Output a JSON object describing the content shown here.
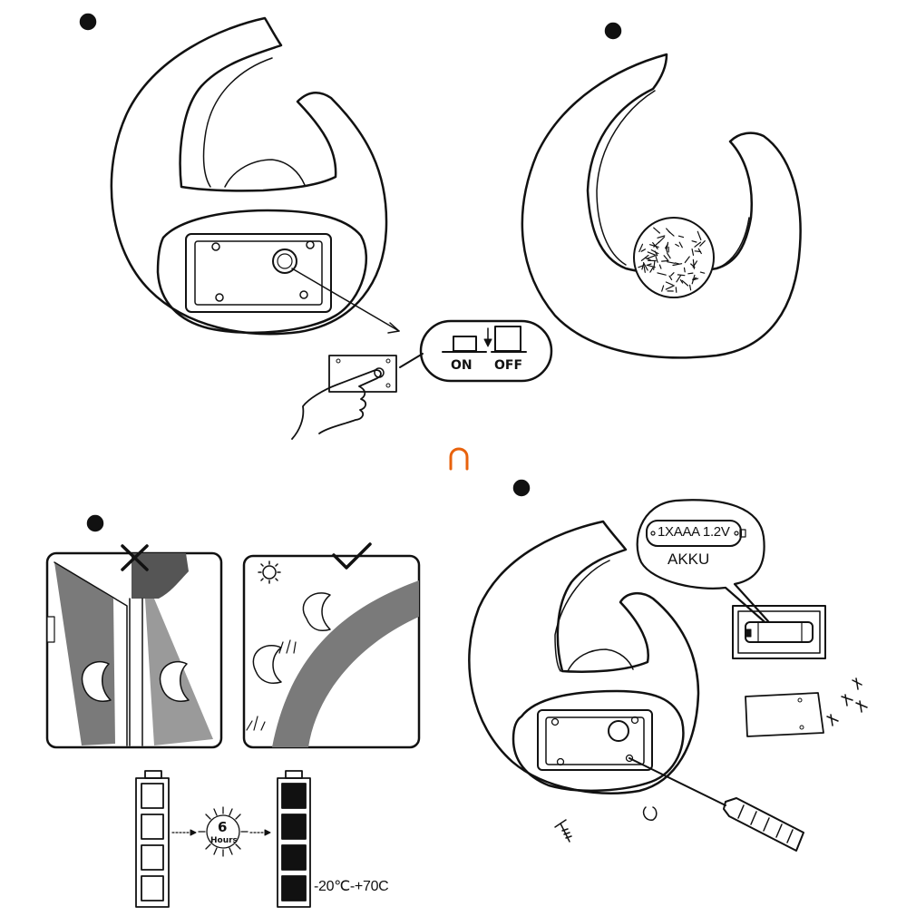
{
  "switch": {
    "on_label": "ON",
    "off_label": "OFF"
  },
  "battery_spec": {
    "label": "1XAAA 1.2V",
    "type_label": "AKKU"
  },
  "charging": {
    "hours_value": "6",
    "hours_label": "Hours",
    "temperature_range": "-20℃-+70C"
  },
  "connector_glyph": "∩",
  "colors": {
    "line": "#111111",
    "fill_grey": "#7a7a7a",
    "shade_dark": "#555555",
    "accent": "#e8620c"
  },
  "icons": [
    "step-bullet-icon",
    "hand-press-icon",
    "sun-icon",
    "cross-mark-icon",
    "check-mark-icon",
    "screwdriver-icon",
    "screw-icon",
    "battery-icon"
  ]
}
